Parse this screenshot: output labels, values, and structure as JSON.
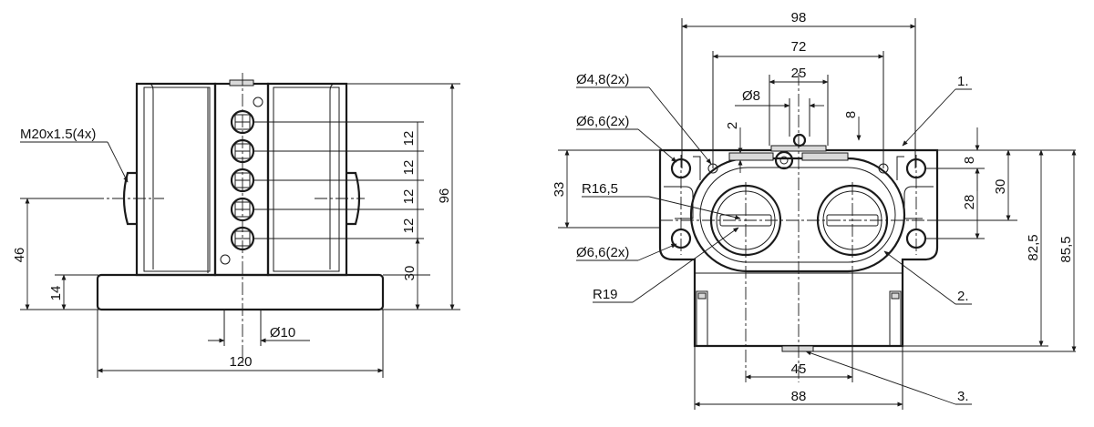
{
  "left_view": {
    "width_dim": "120",
    "height_dim": "96",
    "base_height_dim": "30",
    "flange_dim": "14",
    "axis_height_dim": "46",
    "pitch_dims": [
      "12",
      "12",
      "12",
      "12"
    ],
    "hole_dim": "Ø10",
    "thread_label": "M20x1.5(4x)"
  },
  "right_view": {
    "overall_width": "98",
    "hole_spacing": "72",
    "center_width": "25",
    "small_hole": "Ø8",
    "dim_2": "2",
    "dim_8_top": "8",
    "dim_8_right": "8",
    "hole_48": "Ø4,8(2x)",
    "hole_66_top": "Ø6,6(2x)",
    "hole_66_bottom": "Ø6,6(2x)",
    "radius_165": "R16,5",
    "radius_19": "R19",
    "dim_33": "33",
    "dim_28": "28",
    "dim_30": "30",
    "dim_825": "82,5",
    "dim_855": "85,5",
    "dim_45": "45",
    "dim_88": "88",
    "callout_1": "1.",
    "callout_2": "2.",
    "callout_3": "3."
  }
}
